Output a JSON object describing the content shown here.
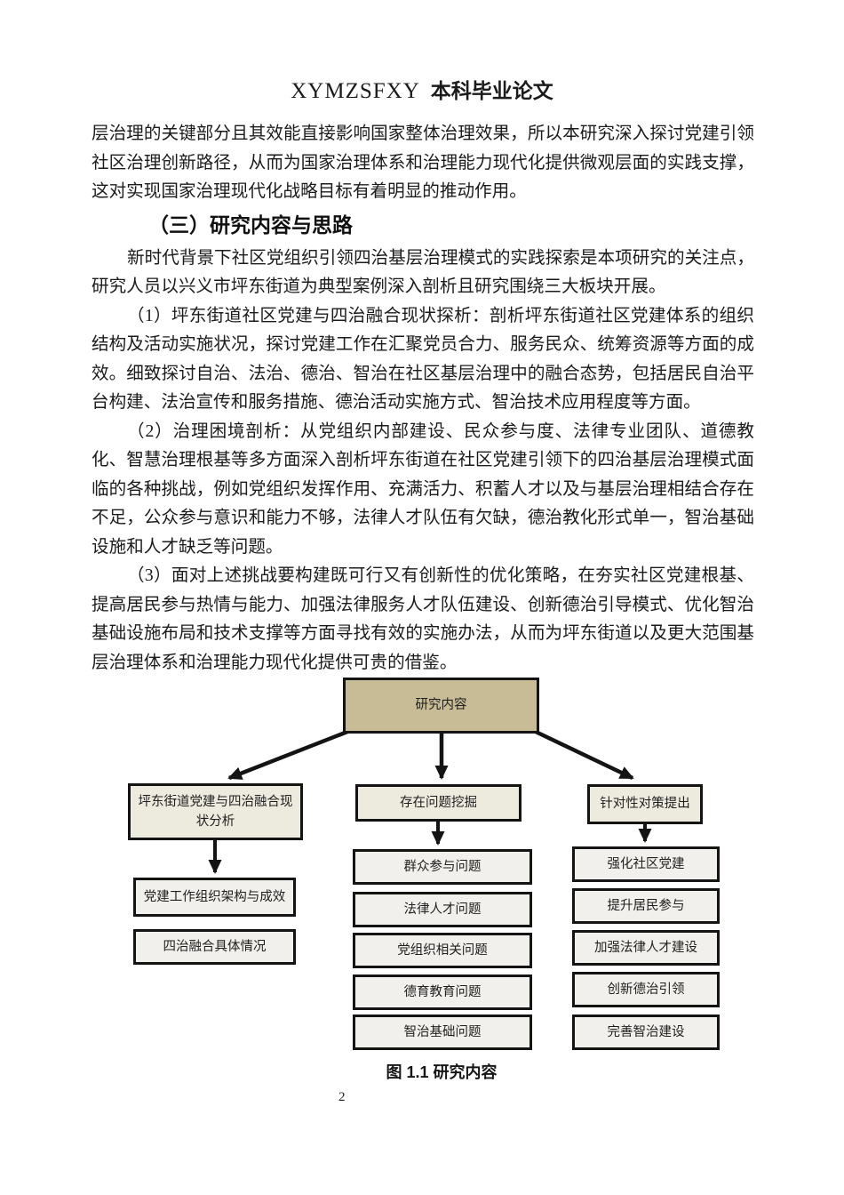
{
  "header": {
    "school_code": "XYMZSFXY",
    "doc_type": "本科毕业论文"
  },
  "body": {
    "paragraph_continuation": "层治理的关键部分且其效能直接影响国家整体治理效果，所以本研究深入探讨党建引领社区治理创新路径，从而为国家治理体系和治理能力现代化提供微观层面的实践支撑，这对实现国家治理现代化战略目标有着明显的推动作用。",
    "section_heading": "（三）研究内容与思路",
    "paragraphs": [
      "新时代背景下社区党组织引领四治基层治理模式的实践探索是本项研究的关注点，研究人员以兴义市坪东街道为典型案例深入剖析且研究围绕三大板块开展。",
      "（1）坪东街道社区党建与四治融合现状探析：剖析坪东街道社区党建体系的组织结构及活动实施状况，探讨党建工作在汇聚党员合力、服务民众、统筹资源等方面的成效。细致探讨自治、法治、德治、智治在社区基层治理中的融合态势，包括居民自治平台构建、法治宣传和服务措施、德治活动实施方式、智治技术应用程度等方面。",
      "（2）治理困境剖析：从党组织内部建设、民众参与度、法律专业团队、道德教化、智慧治理根基等多方面深入剖析坪东街道在社区党建引领下的四治基层治理模式面临的各种挑战，例如党组织发挥作用、充满活力、积蓄人才以及与基层治理相结合存在不足，公众参与意识和能力不够，法律人才队伍有欠缺，德治教化形式单一，智治基础设施和人才缺乏等问题。",
      "（3）面对上述挑战要构建既可行又有创新性的优化策略，在夯实社区党建根基、提高居民参与热情与能力、加强法律服务人才队伍建设、创新德治引导模式、优化智治基础设施布局和技术支撑等方面寻找有效的实施办法，从而为坪东街道以及更大范围基层治理体系和治理能力现代化提供可贵的借鉴。"
    ]
  },
  "diagram": {
    "root": "研究内容",
    "branches": [
      "坪东街道党建与四治融合现状分析",
      "存在问题挖掘",
      "针对性对策提出"
    ],
    "left_items": [
      "党建工作组织架构与成效",
      "四治融合具体情况"
    ],
    "middle_items": [
      "群众参与问题",
      "法律人才问题",
      "党组织相关问题",
      "德育教育问题",
      "智治基础问题"
    ],
    "right_items": [
      "强化社区党建",
      "提升居民参与",
      "加强法律人才建设",
      "创新德治引领",
      "完善智治建设"
    ],
    "caption": "图 1.1  研究内容",
    "colors": {
      "root_fill": "#C7BC96",
      "branch_fill": "#EDEADE",
      "leaf_fill": "#F1F0ED",
      "line": "#141414"
    }
  },
  "footer": {
    "page_number": "2"
  }
}
